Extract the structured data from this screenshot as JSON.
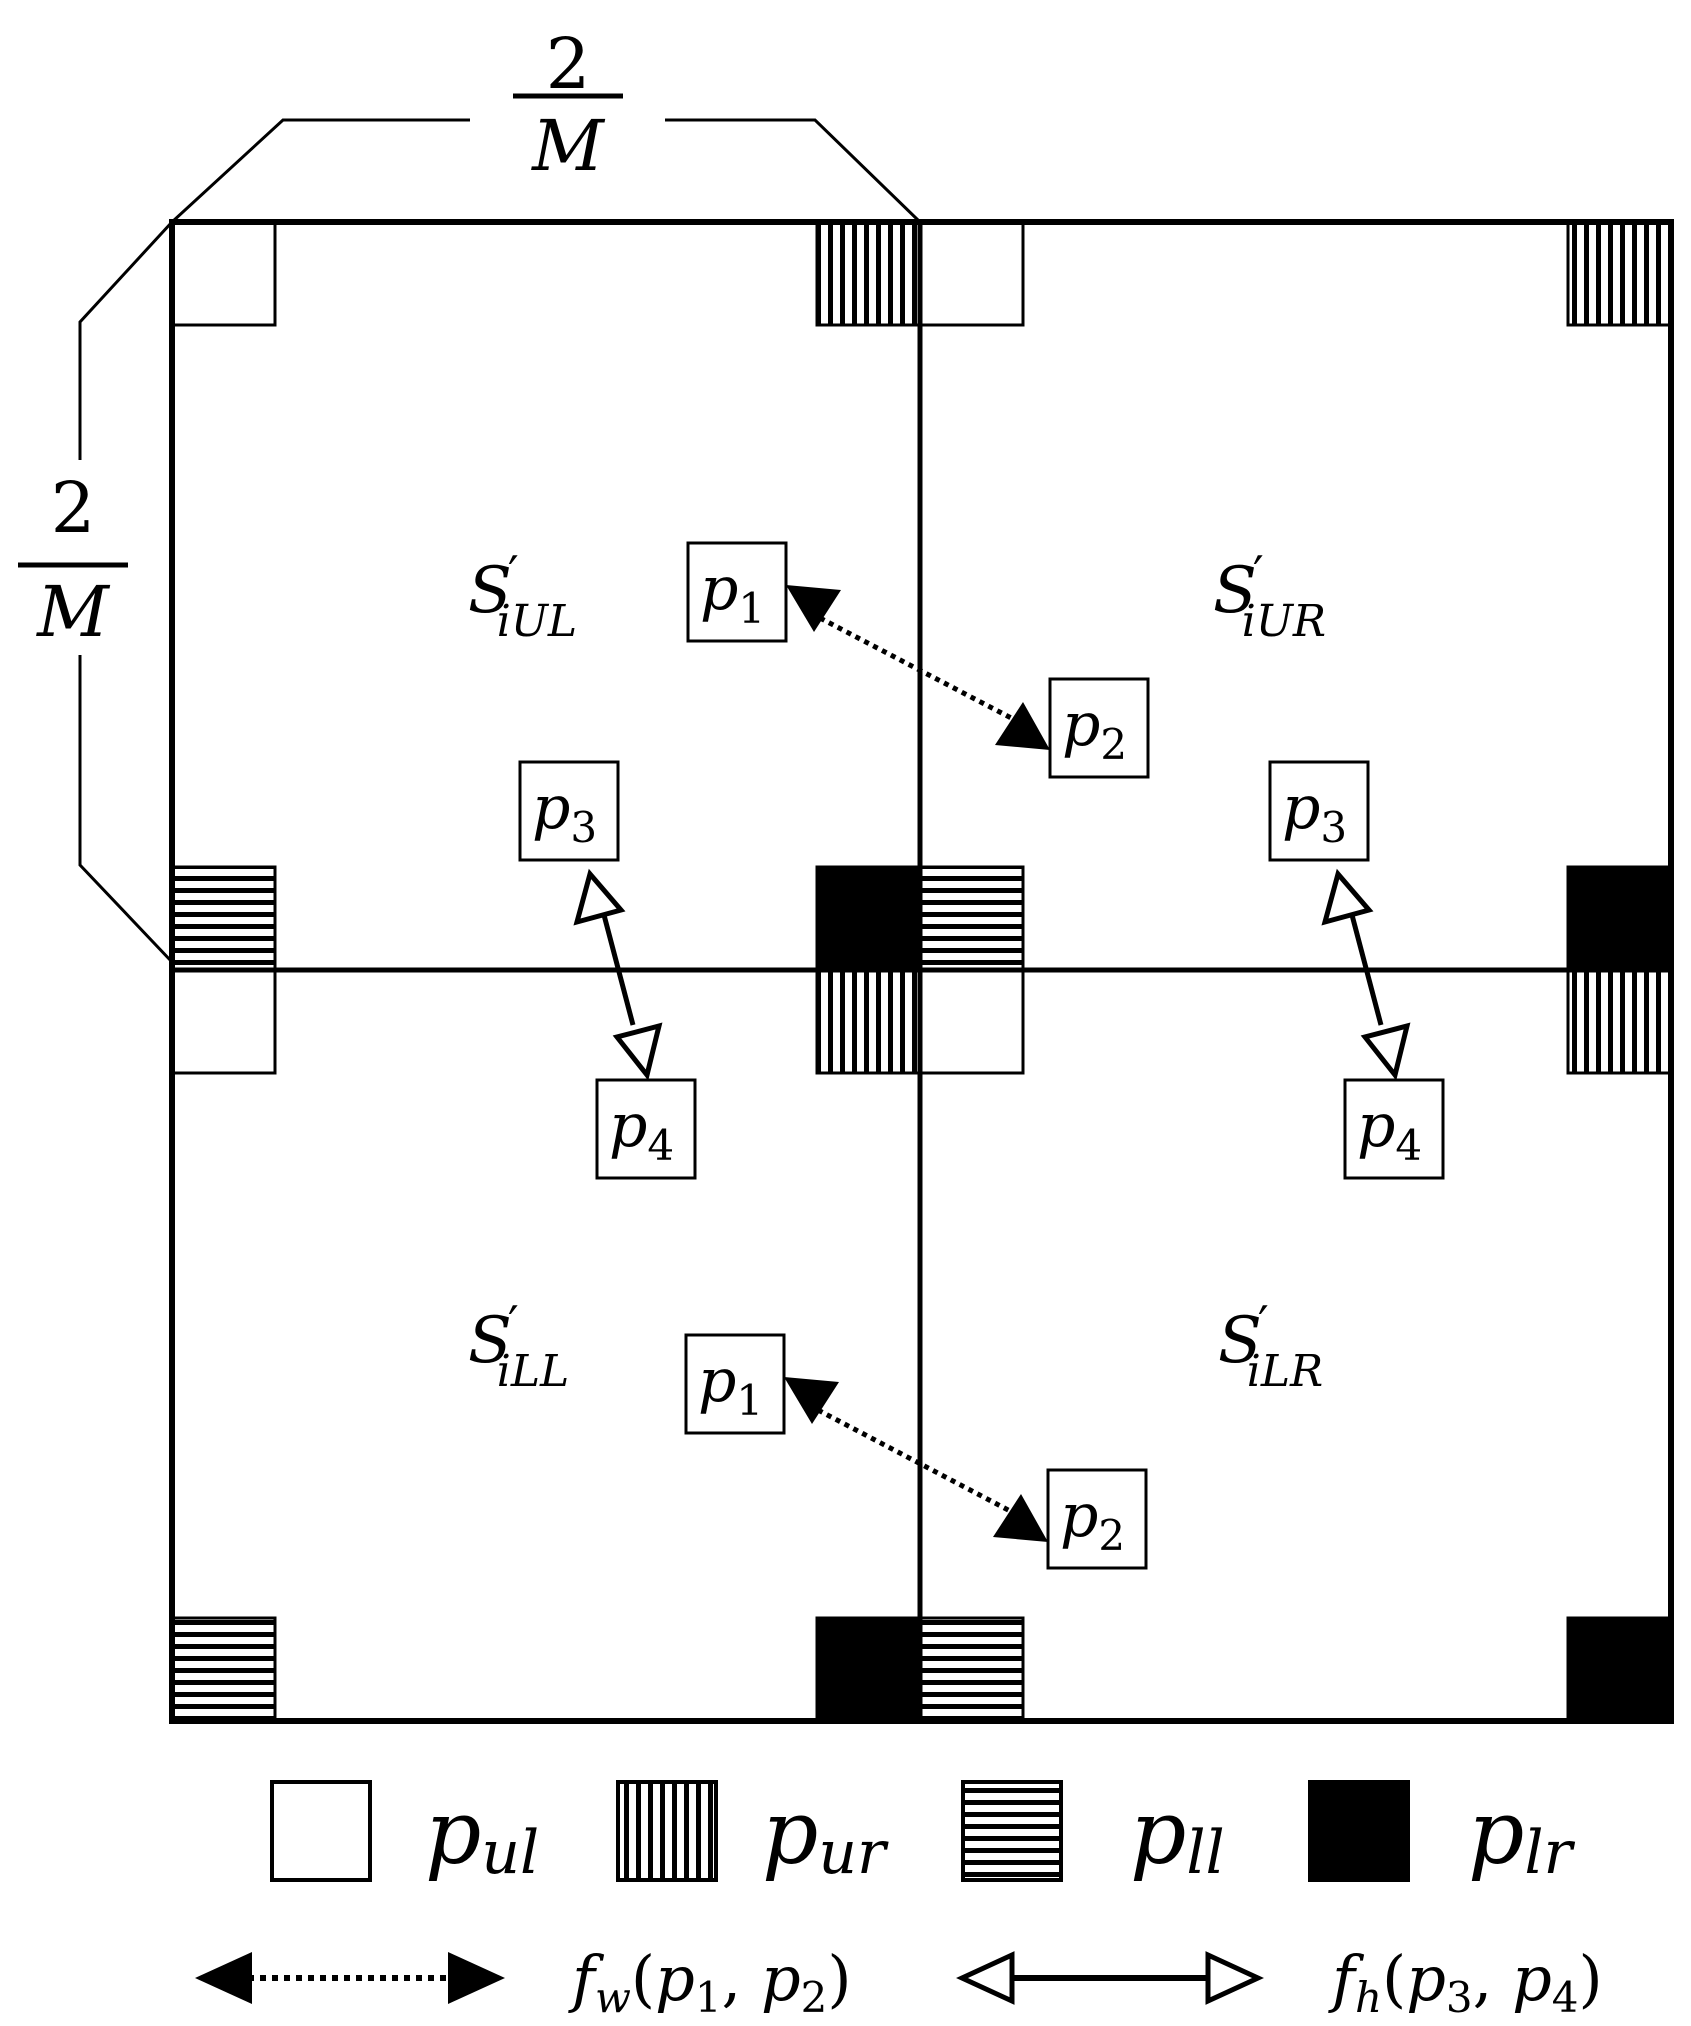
{
  "dimension_labels": {
    "width_numerator": "2",
    "width_denominator": "M",
    "height_numerator": "2",
    "height_denominator": "M"
  },
  "subsquares": [
    {
      "key": "UL",
      "label_main": "S",
      "label_prime": "′",
      "label_sub": "iUL"
    },
    {
      "key": "UR",
      "label_main": "S",
      "label_prime": "′",
      "label_sub": "iUR"
    },
    {
      "key": "LL",
      "label_main": "S",
      "label_prime": "′",
      "label_sub": "iLL"
    },
    {
      "key": "LR",
      "label_main": "S",
      "label_prime": "′",
      "label_sub": "iLR"
    }
  ],
  "points": {
    "p1": {
      "main": "p",
      "sub": "1"
    },
    "p2": {
      "main": "p",
      "sub": "2"
    },
    "p3": {
      "main": "p",
      "sub": "3"
    },
    "p4": {
      "main": "p",
      "sub": "4"
    }
  },
  "legend": {
    "corners": [
      {
        "pattern": "empty",
        "main": "p",
        "sub": "ul"
      },
      {
        "pattern": "vertical-stripes",
        "main": "p",
        "sub": "ur"
      },
      {
        "pattern": "horizontal-stripes",
        "main": "p",
        "sub": "ll"
      },
      {
        "pattern": "solid-black",
        "main": "p",
        "sub": "lr"
      }
    ],
    "arrows": [
      {
        "style": "dotted-filled-heads",
        "fn": "f",
        "fn_sub": "w",
        "arg1": "p",
        "arg1_sub": "1",
        "arg2": "p",
        "arg2_sub": "2"
      },
      {
        "style": "solid-hollow-heads",
        "fn": "f",
        "fn_sub": "h",
        "arg1": "p",
        "arg1_sub": "3",
        "arg2": "p",
        "arg2_sub": "4"
      }
    ]
  },
  "colors": {
    "ink": "#000000",
    "paper": "#ffffff"
  }
}
